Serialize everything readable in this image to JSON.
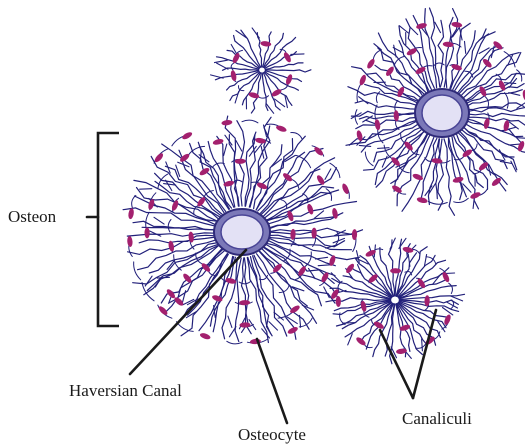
{
  "diagram": {
    "labels": {
      "osteon": "Osteon",
      "haversian_canal": "Haversian Canal",
      "osteocyte": "Osteocyte",
      "canaliculi": "Canaliculi"
    },
    "colors": {
      "canaliculi_line": "#22207a",
      "osteocyte_mark": "#a3206e",
      "canal_ring": "#7b78b8",
      "canal_lumen": "#e3e1f5",
      "label_text": "#1a1a1a"
    },
    "icons": [
      "bracket-line",
      "leader-line"
    ]
  }
}
